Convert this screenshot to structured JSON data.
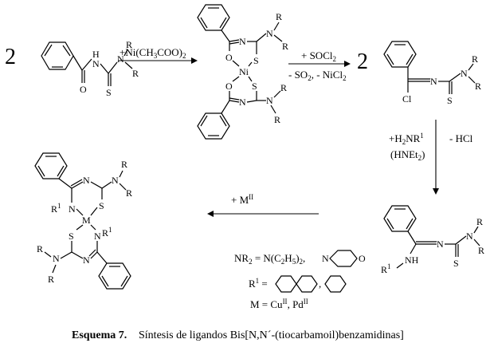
{
  "reactant": {
    "coefficient": "2",
    "substituent_R_top": "R",
    "substituent_R_bottom": "R",
    "atom_N_amine": "N",
    "atom_NH": "H",
    "atom_NH_N": "N",
    "atom_O": "O",
    "atom_S": "S"
  },
  "step1": {
    "reagent": "+Ni(CH3COO)2"
  },
  "ni_complex": {
    "metal": "Ni",
    "atom_O_top": "O",
    "atom_O_bottom": "O",
    "atom_S_top": "S",
    "atom_S_bottom": "S",
    "atom_N_top": "N",
    "atom_N_bottom": "N",
    "amine_N_top": "N",
    "amine_N_bottom": "N",
    "R": "R"
  },
  "step2": {
    "reagent_top": "+ SOCl2",
    "reagent_bottom": "- SO2, - NiCl2"
  },
  "chloride": {
    "coefficient": "2",
    "atom_Cl": "Cl",
    "atom_N": "N",
    "atom_S": "S",
    "amine_N": "N",
    "R": "R"
  },
  "step3": {
    "reagent_top": "+H2NR1",
    "reagent_bottom": "(HNEt2)",
    "byproduct": "- HCl"
  },
  "amidine": {
    "atom_NH": "NH",
    "atom_N": "N",
    "atom_S": "S",
    "amine_N": "N",
    "R": "R",
    "R1": "R1"
  },
  "step4": {
    "reagent": "+   MII"
  },
  "metal_complex": {
    "metal": "M",
    "atom_N": "N",
    "atom_S": "S",
    "R": "R",
    "R1": "R1"
  },
  "legend": {
    "nr2_label": "NR2 =",
    "nr2_value": "N(C2H5)2,",
    "morpholine_N": "N",
    "morpholine_O": "O",
    "r1_label": "R1 =",
    "m_label": "M =",
    "m_value": "CuII, PdII"
  },
  "caption": {
    "label": "Esquema 7.",
    "text": "Síntesis de ligandos  Bis[N,N´-(tiocarbamoil)benzamidinas]"
  }
}
